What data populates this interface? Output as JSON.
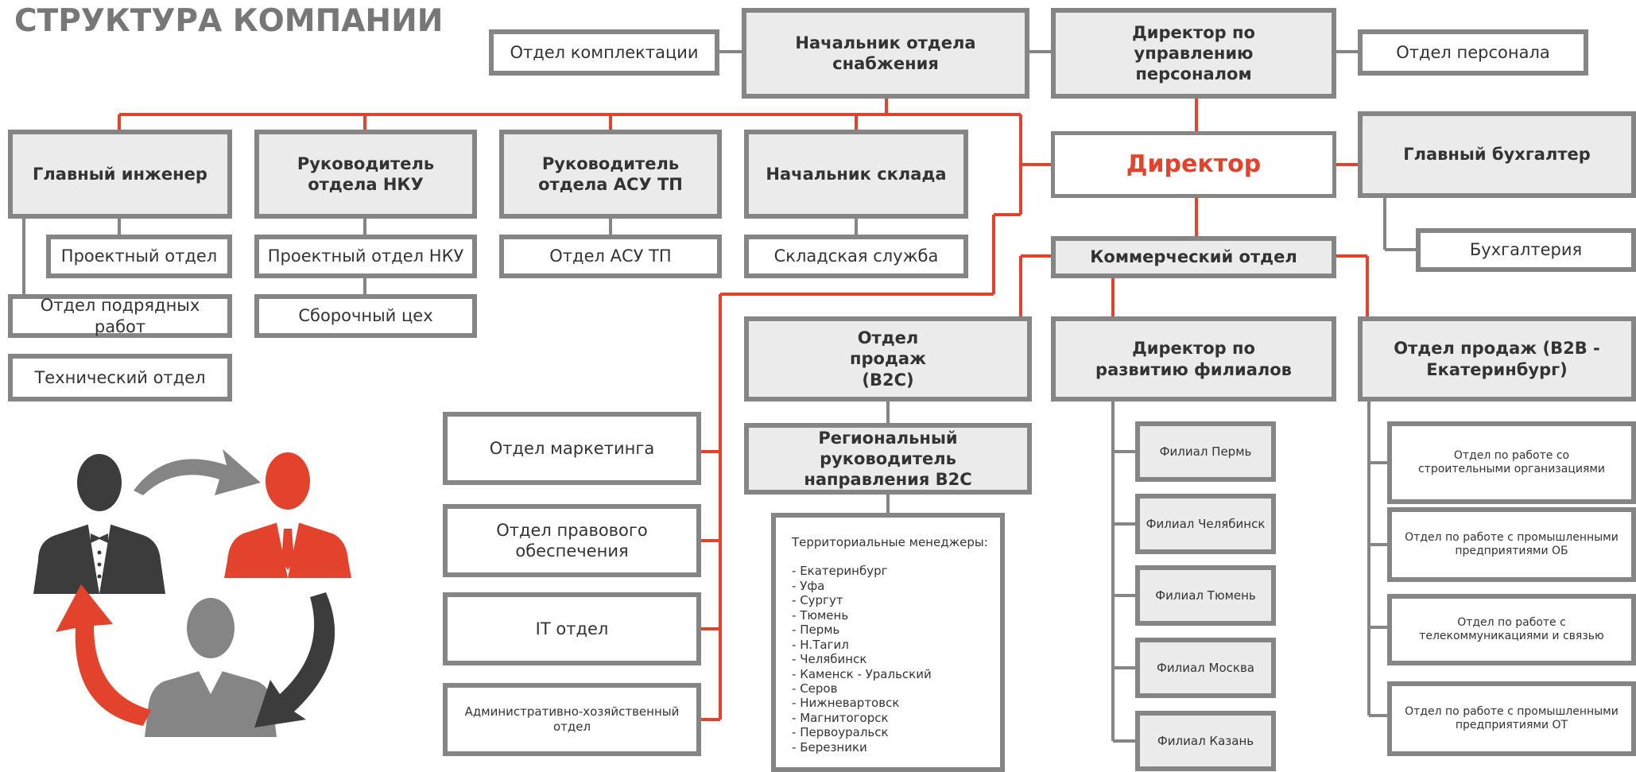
{
  "title": "СТРУКТУРА КОМПАНИИ",
  "colors": {
    "accent": "#e3432c",
    "border": "#858585",
    "fill": "#ebebeb",
    "dark_figure": "#3c3c3c",
    "mid_figure": "#858585"
  },
  "boxes": {
    "otdel_komplektacii": "Отдел комплектации",
    "nachalnik_snabzheniya": "Начальник отдела снабжения",
    "direktor_personal": "Директор по управлению персоналом",
    "otdel_personala": "Отдел персонала",
    "glavnyi_inzhener": "Главный инженер",
    "rukovoditel_nku": "Руководитель отдела НКУ",
    "rukovoditel_asu": "Руководитель отдела АСУ ТП",
    "nachalnik_sklada": "Начальник склада",
    "direktor": "Директор",
    "glavnyi_buhgalter": "Главный бухгалтер",
    "proektnyi_otdel": "Проектный отдел",
    "proektnyi_otdel_nku": "Проектный отдел НКУ",
    "otdel_asu": "Отдел АСУ ТП",
    "skladskaya_sluzhba": "Складская служба",
    "kommercheskii_otdel": "Коммерческий отдел",
    "buhgalteriya": "Бухгалтерия",
    "otdel_podryadnyh": "Отдел подрядных работ",
    "sborochnyi_ceh": "Сборочный цех",
    "tehnicheskii_otdel": "Технический отдел",
    "otdel_prodazh_b2c": "Отдел продаж (B2C)",
    "direktor_filialov": "Директор по развитию филиалов",
    "otdel_prodazh_b2b": "Отдел продаж (B2B - Екатеринбург)",
    "otdel_marketinga": "Отдел маркетинга",
    "regionalnyi": "Региональный руководитель направления B2C",
    "otdel_pravovogo": "Отдел правового обеспечения",
    "it_otdel": "IT отдел",
    "ahs_otdel": "Административно-хозяйственный отдел"
  },
  "territorial": {
    "heading": "Территориальные менеджеры:",
    "cities": [
      "Екатеринбург",
      "Уфа",
      "Сургут",
      "Тюмень",
      "Пермь",
      "Н.Тагил",
      "Челябинск",
      "Каменск - Уральский",
      "Серов",
      "Нижневартовск",
      "Магнитогорск",
      "Первоуральск",
      "Березники"
    ]
  },
  "branches": [
    "Филиал Пермь",
    "Филиал Челябинск",
    "Филиал Тюмень",
    "Филиал Москва",
    "Филиал Казань"
  ],
  "b2b_departments": [
    "Отдел по работе со строительными организациями",
    "Отдел по работе с промышленными предприятиями ОБ",
    "Отдел по работе с телекоммуникациями и связью",
    "Отдел по работе с промышленными предприятиями ОТ"
  ]
}
